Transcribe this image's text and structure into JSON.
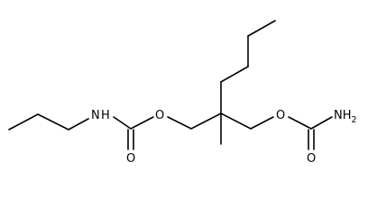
{
  "molecule": {
    "bond_color": "#000000",
    "background": "#ffffff",
    "atoms": {
      "nh_carbamate": {
        "text": "H",
        "element": "N"
      },
      "o_carbonyl_left": {
        "text": "O"
      },
      "o_ester_left": {
        "text": "O"
      },
      "o_ester_right": {
        "text": "O"
      },
      "o_carbonyl_right": {
        "text": "O"
      },
      "nh2_amide": {
        "text": "NH",
        "subscript": "2"
      }
    }
  }
}
